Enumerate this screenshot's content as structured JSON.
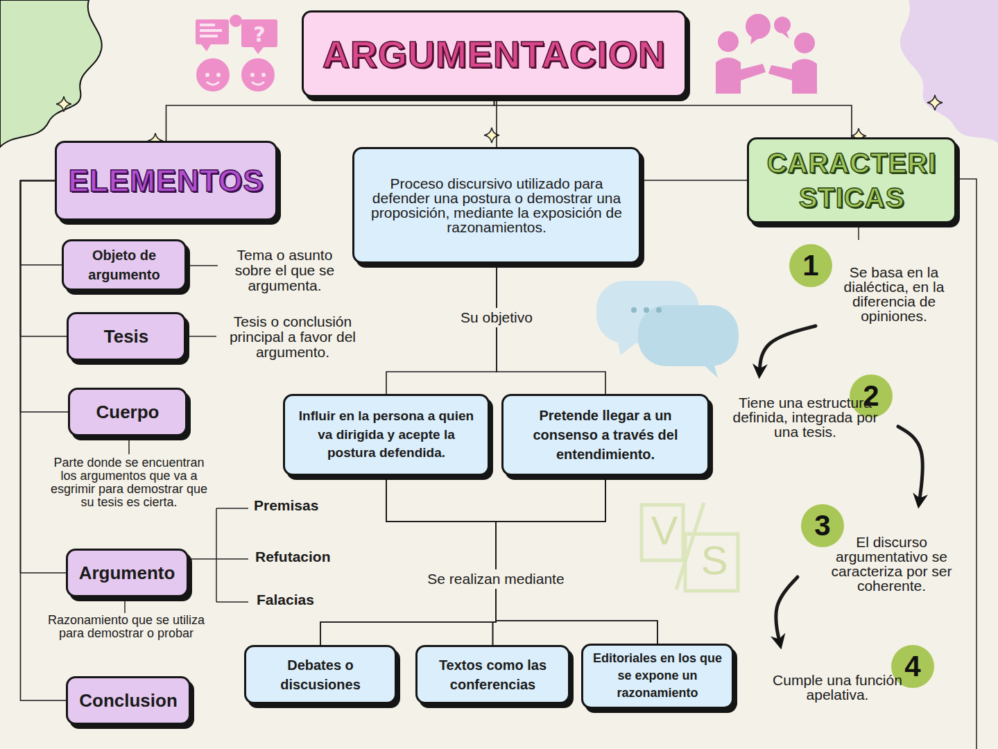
{
  "diagram": {
    "nodes": [
      {
        "text": [
          "ARGUMENTACION"
        ]
      },
      {
        "text": [
          "ELEMENTOS"
        ]
      },
      {
        "text": [
          "Proceso discursivo utilizado para defender una postura o demostrar una proposición, mediante la exposición de razonamientos."
        ]
      },
      {
        "text": [
          "CARACTERI STICAS"
        ]
      },
      {
        "text": [
          "Objeto de argumento"
        ]
      },
      {
        "text": [
          "Tesis"
        ]
      },
      {
        "text": [
          "Cuerpo"
        ]
      },
      {
        "text": [
          "Argumento"
        ]
      },
      {
        "text": [
          "Conclusion"
        ]
      },
      {
        "text": [
          "Influir en la persona a quien va dirigida y acepte la postura defendida."
        ]
      },
      {
        "text": [
          "Pretende llegar a un consenso a través del entendimiento."
        ]
      },
      {
        "text": [
          "Debates o discusiones"
        ]
      },
      {
        "text": [
          "Textos como las conferencias"
        ]
      },
      {
        "text": [
          "Editoriales en los que se expone un razonamiento"
        ]
      },
      {
        "text": [
          "1",
          "Se basa en la dialéctica, en la diferencia de opiniones."
        ]
      },
      {
        "text": [
          "2",
          "Tiene una estructura definida, integrada por una tesis."
        ]
      },
      {
        "text": [
          "3",
          "El discurso argumentativo se caracteriza por ser coherente."
        ]
      },
      {
        "text": [
          "4",
          "Cumple una función apelativa."
        ]
      }
    ],
    "edges": [
      {
        "from": 0,
        "to": 1,
        "arrow": "none"
      },
      {
        "from": 0,
        "to": 2,
        "arrow": "none"
      },
      {
        "from": 0,
        "to": 3,
        "arrow": "none"
      },
      {
        "from": 2,
        "to": 3,
        "arrow": "none"
      },
      {
        "from": 1,
        "to": 4,
        "arrow": "none"
      },
      {
        "from": 1,
        "to": 5,
        "arrow": "none"
      },
      {
        "from": 1,
        "to": 6,
        "arrow": "none"
      },
      {
        "from": 1,
        "to": 7,
        "arrow": "none"
      },
      {
        "from": 1,
        "to": 8,
        "arrow": "none"
      },
      {
        "from": 2,
        "to": 9,
        "label": "Su objetivo",
        "arrow": "none"
      },
      {
        "from": 2,
        "to": 10,
        "arrow": "none"
      },
      {
        "from": 9,
        "to": 11,
        "arrow": "none"
      },
      {
        "from": 9,
        "to": 12,
        "label": "Se realizan mediante",
        "arrow": "none"
      },
      {
        "from": 9,
        "to": 13,
        "arrow": "none"
      },
      {
        "from": 10,
        "to": 11,
        "arrow": "none"
      },
      {
        "from": 10,
        "to": 12,
        "arrow": "none"
      },
      {
        "from": 10,
        "to": 13,
        "arrow": "none"
      },
      {
        "from": 14,
        "to": 15,
        "arrow": "to"
      },
      {
        "from": 15,
        "to": 16,
        "arrow": "to"
      },
      {
        "from": 16,
        "to": 17,
        "arrow": "to"
      }
    ],
    "labels": [
      "Tema o asunto sobre el que se argumenta.",
      "Tesis o conclusión principal a favor del argumento.",
      "Parte donde se encuentran los argumentos que va a esgrimir para demostrar que su tesis es cierta.",
      "Premisas",
      "Refutacion",
      "Falacias",
      "Razonamiento que se utiliza para demostrar o probar",
      "V",
      "S"
    ]
  }
}
